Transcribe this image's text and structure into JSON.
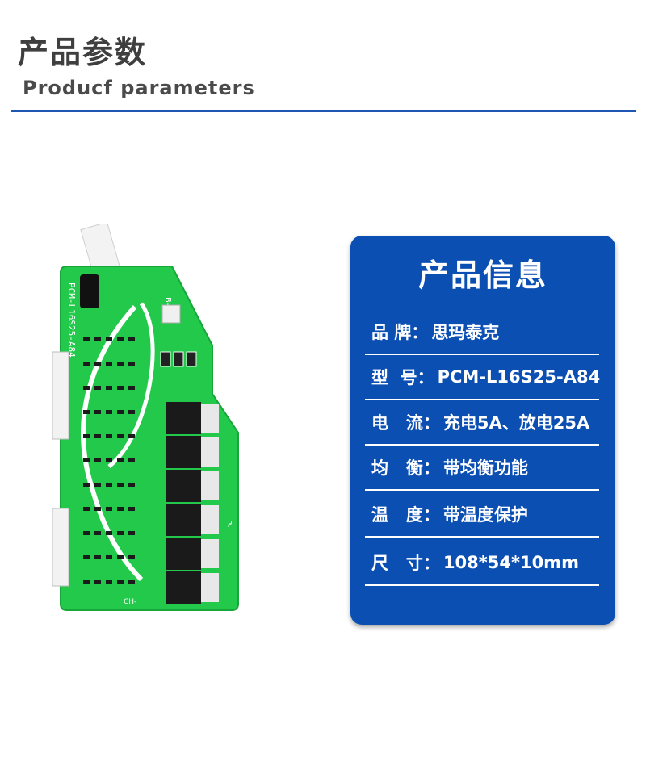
{
  "header": {
    "title_cn": "产品参数",
    "title_en": "Producf parameters"
  },
  "board": {
    "silk_model": "PCM-L16S25-A84",
    "silk_b_minus": "B-",
    "silk_p_minus": "P-",
    "silk_ch_minus": "CH-"
  },
  "card": {
    "title": "产品信息",
    "rows": [
      {
        "label": "品 牌：",
        "value": "思玛泰克"
      },
      {
        "label": "型  号：",
        "value": "PCM-L16S25-A84"
      },
      {
        "label": "电   流：",
        "value": "充电5A、放电25A"
      },
      {
        "label": "均   衡：",
        "value": "带均衡功能"
      },
      {
        "label": "温   度：",
        "value": "带温度保护"
      },
      {
        "label": "尺   寸：",
        "value": "108*54*10mm"
      }
    ]
  },
  "colors": {
    "accent": "#1f56b4",
    "card_bg": "#0b4fb3",
    "pcb": "#22c94a"
  }
}
